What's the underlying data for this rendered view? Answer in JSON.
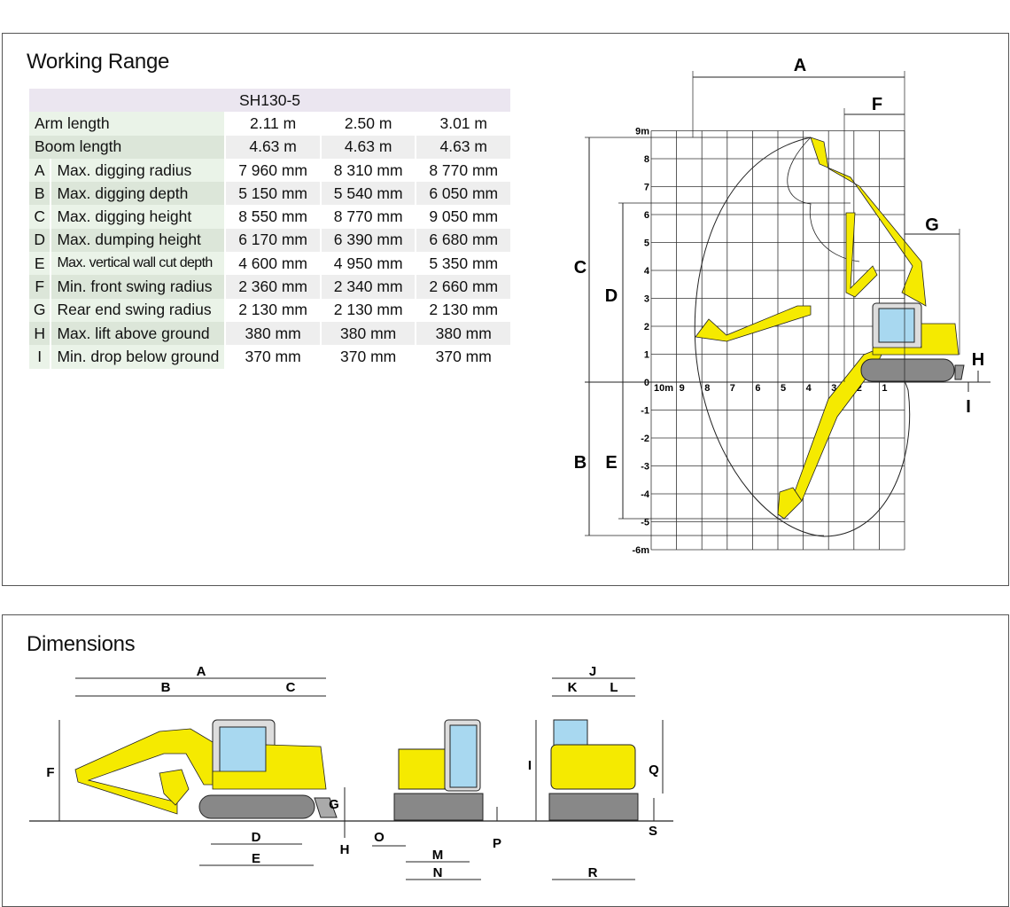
{
  "working_range": {
    "title": "Working Range",
    "model": "SH130-5",
    "rows": [
      {
        "letter": "",
        "label": "Arm length",
        "values": [
          "2.11 m",
          "2.50 m",
          "3.01 m"
        ]
      },
      {
        "letter": "",
        "label": "Boom length",
        "values": [
          "4.63 m",
          "4.63 m",
          "4.63 m"
        ]
      },
      {
        "letter": "A",
        "label": "Max. digging radius",
        "values": [
          "7 960 mm",
          "8 310 mm",
          "8 770 mm"
        ]
      },
      {
        "letter": "B",
        "label": "Max. digging depth",
        "values": [
          "5 150 mm",
          "5 540 mm",
          "6 050 mm"
        ]
      },
      {
        "letter": "C",
        "label": "Max. digging height",
        "values": [
          "8 550 mm",
          "8 770 mm",
          "9 050 mm"
        ]
      },
      {
        "letter": "D",
        "label": "Max. dumping height",
        "values": [
          "6 170 mm",
          "6 390 mm",
          "6 680 mm"
        ]
      },
      {
        "letter": "E",
        "label": "Max. vertical wall cut depth",
        "values": [
          "4 600 mm",
          "4 950 mm",
          "5 350 mm"
        ]
      },
      {
        "letter": "F",
        "label": "Min. front swing radius",
        "values": [
          "2 360 mm",
          "2 340 mm",
          "2 660 mm"
        ]
      },
      {
        "letter": "G",
        "label": "Rear end swing radius",
        "values": [
          "2 130 mm",
          "2 130 mm",
          "2 130 mm"
        ]
      },
      {
        "letter": "H",
        "label": "Max. lift above ground",
        "values": [
          "380 mm",
          "380 mm",
          "380 mm"
        ]
      },
      {
        "letter": "I",
        "label": "Min. drop below ground",
        "values": [
          "370 mm",
          "370 mm",
          "370 mm"
        ]
      }
    ],
    "diagram": {
      "x_ticks": [
        "10m",
        "9",
        "8",
        "7",
        "6",
        "5",
        "4",
        "3",
        "2",
        "1"
      ],
      "y_ticks": [
        "9m",
        "8",
        "7",
        "6",
        "5",
        "4",
        "3",
        "2",
        "1",
        "0",
        "-1",
        "-2",
        "-3",
        "-4",
        "-5",
        "-6m"
      ],
      "dimension_labels": [
        "A",
        "F",
        "G",
        "C",
        "D",
        "B",
        "E",
        "H",
        "I"
      ]
    }
  },
  "dimensions": {
    "title": "Dimensions",
    "labels": [
      "A",
      "B",
      "C",
      "F",
      "G",
      "D",
      "E",
      "H",
      "O",
      "M",
      "N",
      "P",
      "J",
      "K",
      "L",
      "I",
      "Q",
      "S",
      "R"
    ]
  },
  "colors": {
    "machine": "#f5ea00",
    "glass": "#a8d8f0",
    "track": "#888888"
  }
}
